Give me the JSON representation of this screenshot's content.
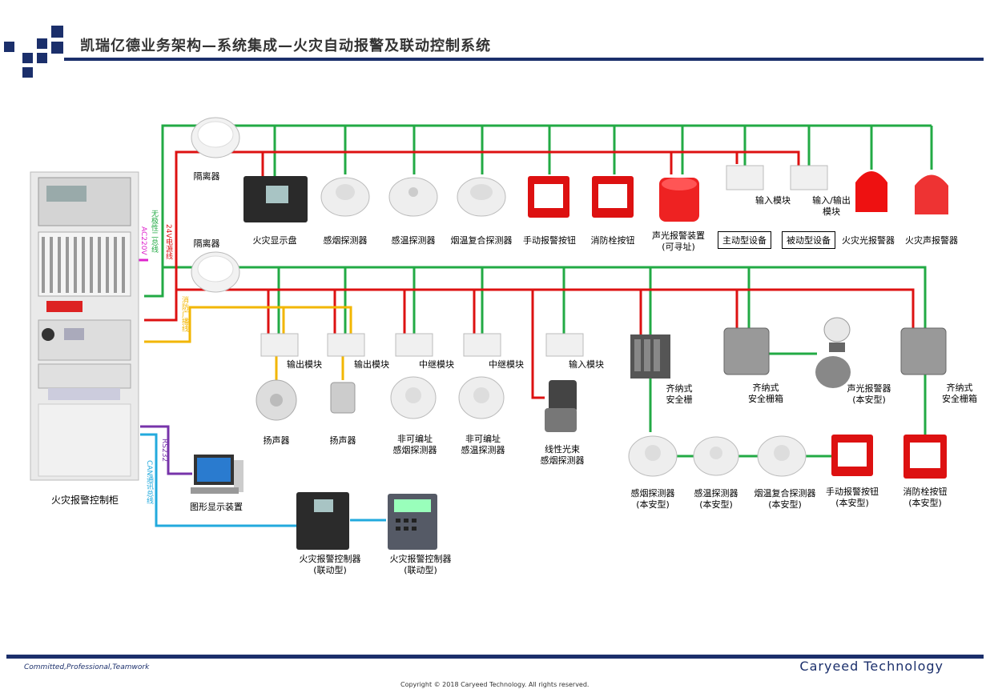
{
  "header": {
    "title": "凯瑞亿德业务架构—系统集成—火灾自动报警及联动控制系统"
  },
  "colors": {
    "bus_green": "#22aa44",
    "power_red": "#dd1111",
    "broadcast_yellow": "#f2b600",
    "ac_magenta": "#dd22cc",
    "rs232_purple": "#7733aa",
    "can_blue": "#22aadd",
    "brand_navy": "#1b2f6b"
  },
  "wire_labels": {
    "bus": "无极性二总线",
    "power": "24V电源线",
    "broadcast": "消防广播线",
    "ac": "AC220V",
    "rs232": "RS232",
    "can": "CAN通讯总线"
  },
  "devices": {
    "cabinet": "火灾报警控制柜",
    "isolator_top": "隔离器",
    "isolator_mid": "隔离器",
    "display_panel": "火灾显示盘",
    "smoke_detector": "感烟探测器",
    "heat_detector": "感温探测器",
    "combo_detector": "烟温复合探测器",
    "manual_button": "手动报警按钮",
    "hydrant_button": "消防栓按钮",
    "sound_light_line1": "声光报警装置",
    "sound_light_line2": "(可寻址)",
    "input_module_top": "输入模块",
    "io_module_line1": "输入/输出",
    "io_module_line2": "模块",
    "active_device": "主动型设备",
    "passive_device": "被动型设备",
    "light_alarm": "火灾光报警器",
    "sound_alarm": "火灾声报警器",
    "output_module_1": "输出模块",
    "output_module_2": "输出模块",
    "relay_module_1": "中继模块",
    "relay_module_2": "中继模块",
    "input_module_mid": "输入模块",
    "speaker_1": "扬声器",
    "speaker_2": "扬声器",
    "na_smoke_line1": "非可编址",
    "na_smoke_line2": "感烟探测器",
    "na_heat_line1": "非可编址",
    "na_heat_line2": "感温探测器",
    "beam_line1": "线性光束",
    "beam_line2": "感烟探测器",
    "barrier_line1": "齐纳式",
    "barrier_line2": "安全栅",
    "barrier_box1_line1": "齐纳式",
    "barrier_box1_line2": "安全栅箱",
    "barrier_box2_line1": "齐纳式",
    "barrier_box2_line2": "安全栅箱",
    "is_sound_line1": "声光报警器",
    "is_sound_line2": "(本安型)",
    "is_smoke_line1": "感烟探测器",
    "is_smoke_line2": "(本安型)",
    "is_heat_line1": "感温探测器",
    "is_heat_line2": "(本安型)",
    "is_combo_line1": "烟温复合探测器",
    "is_combo_line2": "(本安型)",
    "is_manual_line1": "手动报警按钮",
    "is_manual_line2": "(本安型)",
    "is_hydrant_line1": "消防栓按钮",
    "is_hydrant_line2": "(本安型)",
    "graphic_display": "图形显示装置",
    "panel_linkage_1_line1": "火灾报警控制器",
    "panel_linkage_1_line2": "(联动型)",
    "panel_linkage_2_line1": "火灾报警控制器",
    "panel_linkage_2_line2": "(联动型)"
  },
  "footer": {
    "tagline": "Committed,Professional,Teamwork",
    "brand": "Caryeed Technology",
    "copyright": "Copyright © 2018 Caryeed Technology. All rights reserved."
  }
}
